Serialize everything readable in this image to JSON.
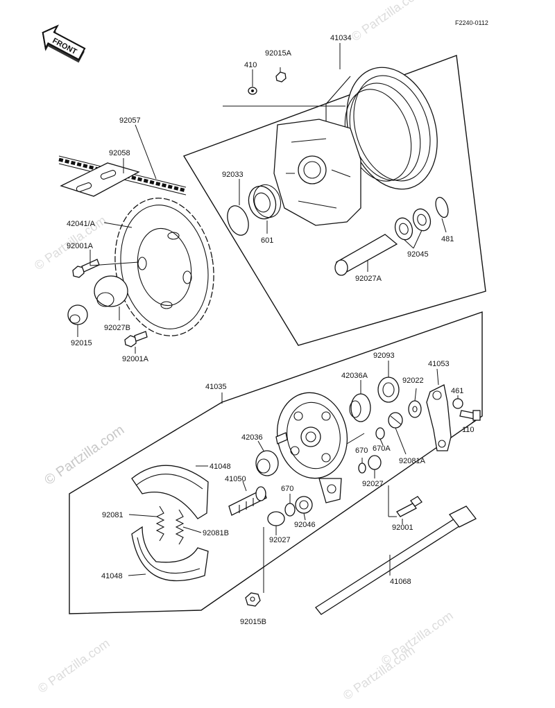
{
  "diagram_code": "F2240-0112",
  "front_label": "FRONT",
  "watermark": {
    "text": "© Partzilla.com"
  },
  "callouts": {
    "p41034": "41034",
    "p92015A": "92015A",
    "p410": "410",
    "p92057": "92057",
    "p92058": "92058",
    "p92033": "92033",
    "p601": "601",
    "p42041A": "42041/A",
    "p92001A_top": "92001A",
    "p481": "481",
    "p92045": "92045",
    "p92027A": "92027A",
    "p92027B": "92027B",
    "p92015": "92015",
    "p92001A_bot": "92001A",
    "p41035": "41035",
    "p92093": "92093",
    "p42036A": "42036A",
    "p41053": "41053",
    "p92022": "92022",
    "p461": "461",
    "p110": "110",
    "p42036": "42036",
    "p670A": "670A",
    "p670": "670",
    "p92081A": "92081A",
    "p41048_top": "41048",
    "p41050": "41050",
    "p92027_right": "92027",
    "p670_low": "670",
    "p92081": "92081",
    "p92046": "92046",
    "p92001": "92001",
    "p92081B": "92081B",
    "p92027_low": "92027",
    "p41048_bot": "41048",
    "p41068": "41068",
    "p92015B": "92015B"
  }
}
